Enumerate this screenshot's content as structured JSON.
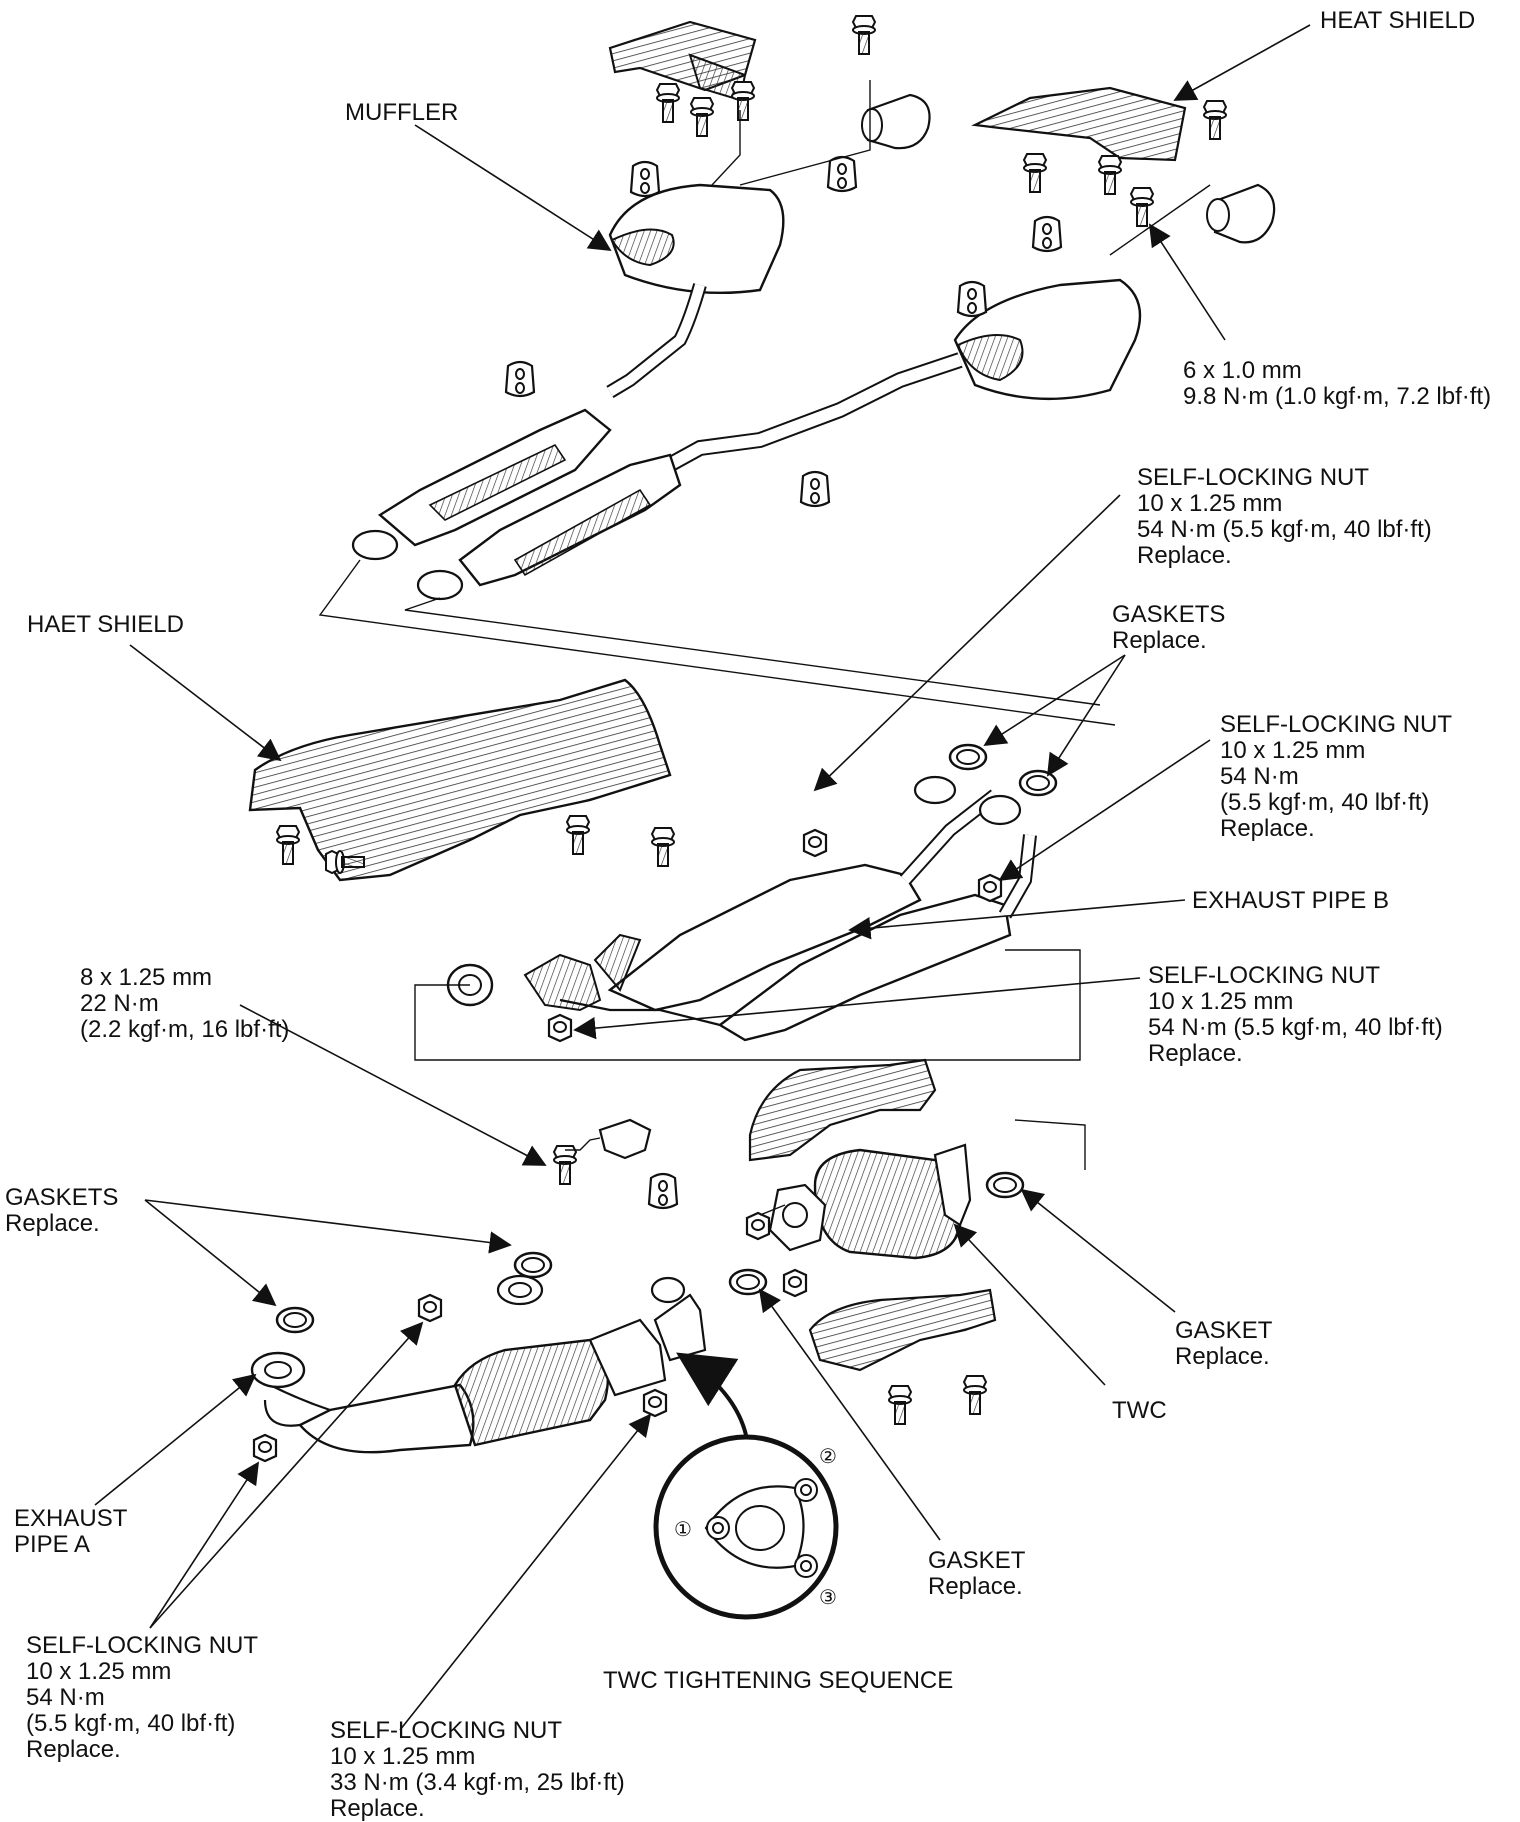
{
  "labels": {
    "heat_shield_top": [
      "HEAT SHIELD"
    ],
    "muffler": [
      "MUFFLER"
    ],
    "bolt_6x1": [
      "6 x 1.0 mm",
      "9.8 N·m (1.0 kgf·m, 7.2 lbf·ft)"
    ],
    "nut_top_right": [
      "SELF-LOCKING NUT",
      "10 x 1.25 mm",
      "54 N·m (5.5 kgf·m, 40 lbf·ft)",
      "Replace."
    ],
    "gaskets_top": [
      "GASKETS",
      "Replace."
    ],
    "heat_shield_mid": [
      "HAET SHIELD"
    ],
    "nut_mid_right": [
      "SELF-LOCKING NUT",
      "10 x 1.25 mm",
      "54 N·m",
      "(5.5 kgf·m, 40 lbf·ft)",
      "Replace."
    ],
    "exhaust_pipe_b": [
      "EXHAUST PIPE B"
    ],
    "bolt_8x125": [
      "8 x 1.25 mm",
      "22 N·m",
      "(2.2 kgf·m, 16 lbf·ft)"
    ],
    "nut_b_flange": [
      "SELF-LOCKING NUT",
      "10 x 1.25 mm",
      "54 N·m (5.5 kgf·m, 40 lbf·ft)",
      "Replace."
    ],
    "gaskets_left": [
      "GASKETS",
      "Replace."
    ],
    "gasket_right": [
      "GASKET",
      "Replace."
    ],
    "twc": [
      "TWC"
    ],
    "exhaust_pipe_a": [
      "EXHAUST",
      "PIPE A"
    ],
    "gasket_bottom": [
      "GASKET",
      "Replace."
    ],
    "nut_bottom_left": [
      "SELF-LOCKING NUT",
      "10 x 1.25 mm",
      "54 N·m",
      "(5.5 kgf·m, 40 lbf·ft)",
      "Replace."
    ],
    "twc_sequence": [
      "TWC TIGHTENING SEQUENCE"
    ],
    "nut_bottom_center": [
      "SELF-LOCKING NUT",
      "10 x 1.25 mm",
      "33 N·m (3.4 kgf·m, 25 lbf·ft)",
      "Replace."
    ]
  },
  "sequence_marks": [
    "①",
    "②",
    "③"
  ],
  "colors": {
    "line": "#111111",
    "fill": "#ffffff",
    "hatch": "#333333"
  }
}
